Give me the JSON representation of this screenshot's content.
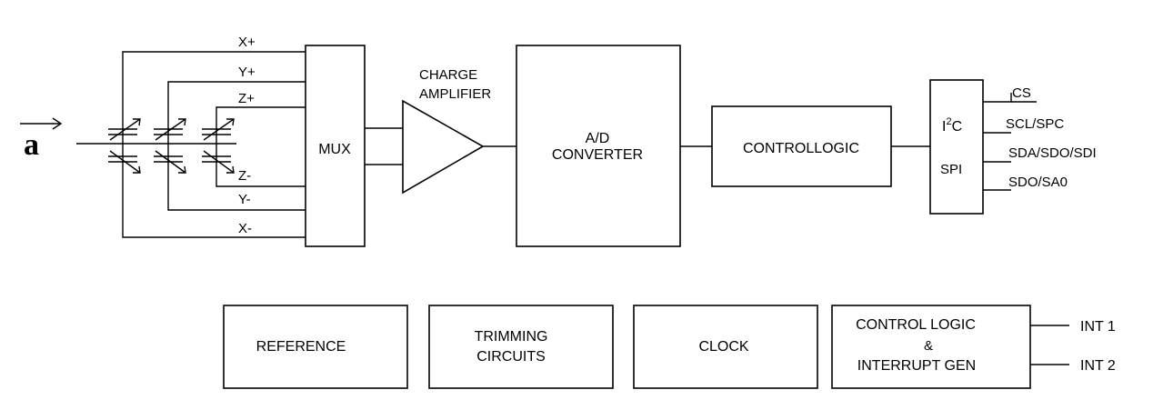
{
  "input": {
    "symbol": "a"
  },
  "channels": {
    "x_plus": "X+",
    "y_plus": "Y+",
    "z_plus": "Z+",
    "z_minus": "Z-",
    "y_minus": "Y-",
    "x_minus": "X-"
  },
  "mux": {
    "label": "MUX"
  },
  "charge_amp": {
    "line1": "CHARGE",
    "line2": "AMPLIFIER"
  },
  "adc": {
    "line1": "A/D",
    "line2": "CONVERTER"
  },
  "control_logic": {
    "label": "CONTROLLOGIC"
  },
  "interface": {
    "i2c_i": "I",
    "i2c_sup": "2",
    "i2c_c": "C",
    "spi": "SPI",
    "pins": {
      "cs": "CS",
      "scl": "SCL/SPC",
      "sda": "SDA/SDO/SDI",
      "sdo": "SDO/SA0"
    }
  },
  "bottom": {
    "reference": "REFERENCE",
    "trimming": {
      "line1": "TRIMMING",
      "line2": "CIRCUITS"
    },
    "clock": "CLOCK",
    "ctrl_int": {
      "line1": "CONTROL LOGIC",
      "line2": "&",
      "line3": "INTERRUPT GEN"
    },
    "int1": "INT 1",
    "int2": "INT 2"
  }
}
